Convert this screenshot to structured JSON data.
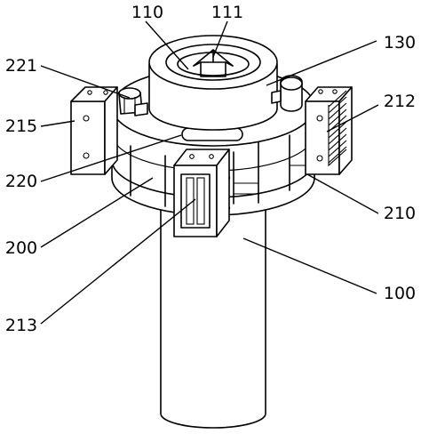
{
  "labels": [
    {
      "id": "110",
      "text": "110"
    },
    {
      "id": "111",
      "text": "111"
    },
    {
      "id": "130",
      "text": "130"
    },
    {
      "id": "221",
      "text": "221"
    },
    {
      "id": "212",
      "text": "212"
    },
    {
      "id": "215",
      "text": "215"
    },
    {
      "id": "220",
      "text": "220"
    },
    {
      "id": "210",
      "text": "210"
    },
    {
      "id": "200",
      "text": "200"
    },
    {
      "id": "100",
      "text": "100"
    },
    {
      "id": "213",
      "text": "213"
    }
  ]
}
